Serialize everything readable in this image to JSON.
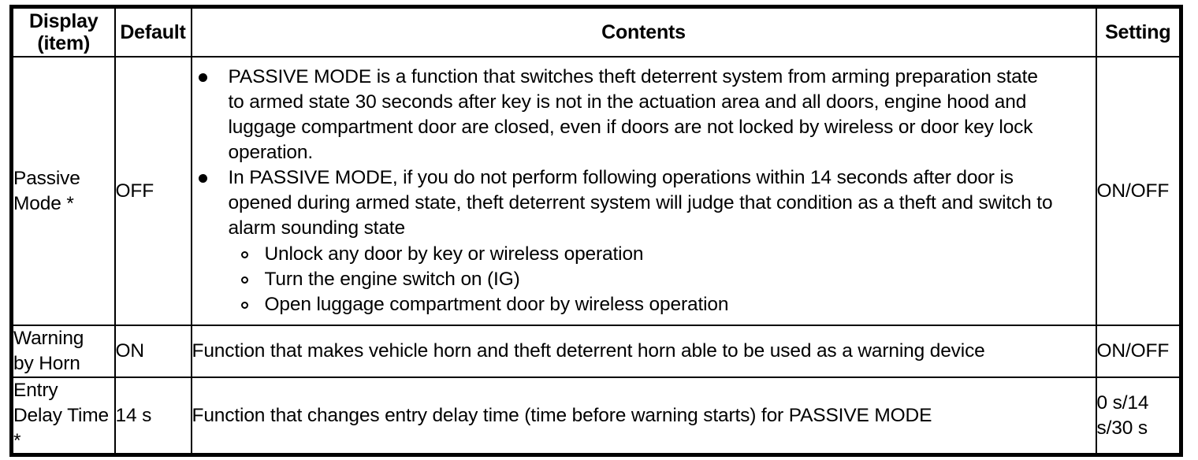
{
  "table": {
    "headers": [
      {
        "id": "display",
        "label": "Display\n(item)"
      },
      {
        "id": "default",
        "label": "Default"
      },
      {
        "id": "contents",
        "label": "Contents"
      },
      {
        "id": "setting",
        "label": "Setting"
      }
    ],
    "rows": [
      {
        "id": "passive-mode",
        "display": "Passive\nMode *",
        "default": "OFF",
        "setting": "ON/OFF",
        "bullets": [
          {
            "lines": [
              "PASSIVE MODE is a function that switches theft deterrent system from arming preparation state",
              "to armed state 30 seconds after key is not in the actuation area and all doors, engine hood and",
              "luggage compartment door are closed, even if doors are not locked by wireless or door key lock",
              "operation."
            ]
          },
          {
            "lines": [
              "In PASSIVE MODE, if you do not perform following operations within 14 seconds after door is",
              "opened during armed state, theft deterrent system will judge that condition as a theft and switch to",
              "alarm sounding state"
            ]
          }
        ],
        "subbullets": [
          "Unlock any door by key or wireless operation",
          "Turn the engine switch on (IG)",
          "Open luggage compartment door by wireless operation"
        ]
      },
      {
        "id": "warning-by-horn",
        "display": "Warning\nby Horn",
        "default": "ON",
        "setting": "ON/OFF",
        "contents": "Function that makes vehicle horn and theft deterrent horn able to be used as a warning device"
      },
      {
        "id": "entry-delay-time",
        "display": "Entry\nDelay Time\n*",
        "default": "14 s",
        "setting": "0 s/14\ns/30 s",
        "contents": "Function that changes entry delay time (time before warning starts) for PASSIVE MODE"
      }
    ]
  },
  "colors": {
    "border": "#000000",
    "text": "#000000",
    "background": "#ffffff"
  }
}
